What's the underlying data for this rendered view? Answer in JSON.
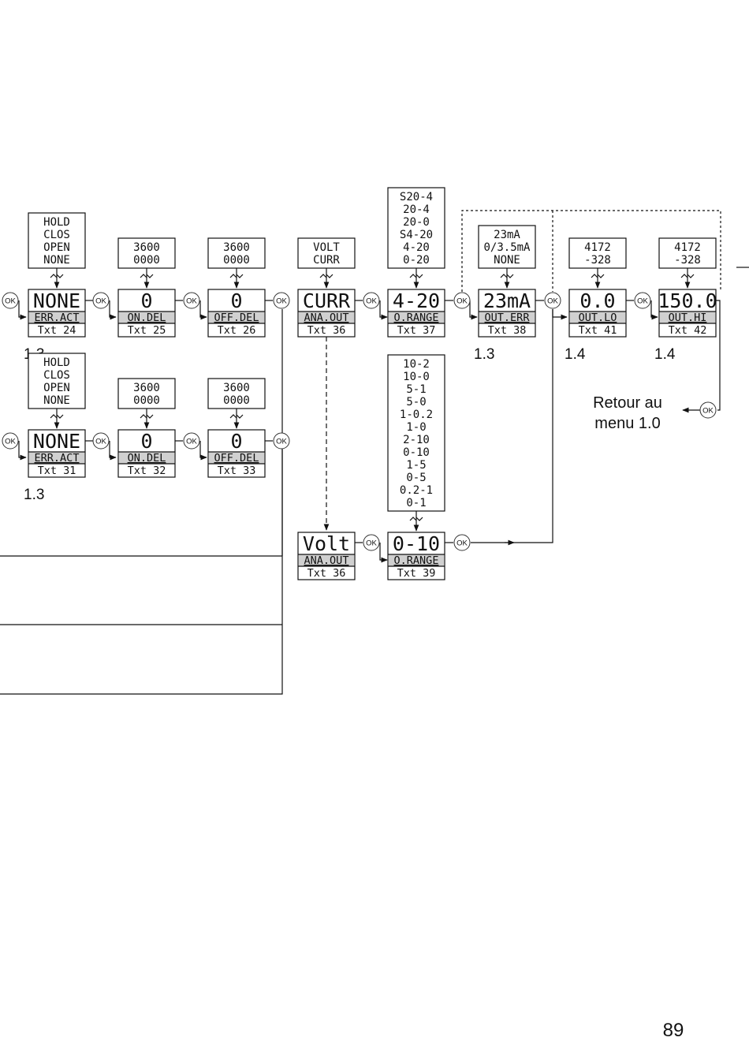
{
  "menu_rows": [
    {
      "row": "top",
      "nodes": [
        {
          "id": "err_act_24",
          "value": "NONE",
          "label": "ERR.ACT",
          "txt": "Txt 24",
          "options": [
            "HOLD",
            "CLOS",
            "OPEN",
            "NONE"
          ],
          "ref": "1.3"
        },
        {
          "id": "on_del_25",
          "value": "0",
          "label": "ON.DEL",
          "txt": "Txt 25",
          "options": [
            "3600",
            "0000"
          ],
          "ref": ""
        },
        {
          "id": "off_del_26",
          "value": "0",
          "label": "OFF.DEL",
          "txt": "Txt 26",
          "options": [
            "3600",
            "0000"
          ],
          "ref": ""
        },
        {
          "id": "ana_out_36",
          "value": "CURR",
          "label": "ANA.OUT",
          "txt": "Txt 36",
          "options": [
            "VOLT",
            "CURR"
          ],
          "ref": ""
        },
        {
          "id": "o_range_37",
          "value": "4-20",
          "label": "O.RANGE",
          "txt": "Txt 37",
          "options": [
            "S20-4",
            "20-4",
            "20-0",
            "S4-20",
            "4-20",
            "0-20"
          ],
          "ref": ""
        },
        {
          "id": "out_err_38",
          "value": "23mA",
          "label": "OUT.ERR",
          "txt": "Txt 38",
          "options": [
            "23mA",
            "0/3.5mA",
            "NONE"
          ],
          "ref": "1.3"
        },
        {
          "id": "out_lo_41",
          "value": "0.0",
          "label": "OUT.LO",
          "txt": "Txt 41",
          "options": [
            "4172",
            "-328"
          ],
          "ref": "1.4"
        },
        {
          "id": "out_hi_42",
          "value": "150.0",
          "label": "OUT.HI",
          "txt": "Txt 42",
          "options": [
            "4172",
            "-328"
          ],
          "ref": "1.4"
        }
      ]
    },
    {
      "row": "middle",
      "nodes": [
        {
          "id": "err_act_31",
          "value": "NONE",
          "label": "ERR.ACT",
          "txt": "Txt 31",
          "options": [
            "HOLD",
            "CLOS",
            "OPEN",
            "NONE"
          ],
          "ref": "1.3"
        },
        {
          "id": "on_del_32",
          "value": "0",
          "label": "ON.DEL",
          "txt": "Txt 32",
          "options": [
            "3600",
            "0000"
          ],
          "ref": ""
        },
        {
          "id": "off_del_33",
          "value": "0",
          "label": "OFF.DEL",
          "txt": "Txt 33",
          "options": [
            "3600",
            "0000"
          ],
          "ref": ""
        }
      ]
    },
    {
      "row": "bottom",
      "nodes": [
        {
          "id": "ana_out_36b",
          "value": "Volt",
          "label": "ANA.OUT",
          "txt": "Txt 36",
          "options": [],
          "ref": ""
        },
        {
          "id": "o_range_39",
          "value": "0-10",
          "label": "O.RANGE",
          "txt": "Txt 39",
          "options": [
            "10-2",
            "10-0",
            "5-1",
            "5-0",
            "1-0.2",
            "1-0",
            "2-10",
            "0-10",
            "1-5",
            "0-5",
            "0.2-1",
            "0-1"
          ],
          "ref": ""
        }
      ]
    }
  ],
  "ok_label": "OK",
  "return_text": [
    "Retour au",
    "menu 1.0"
  ],
  "page_number": "89"
}
